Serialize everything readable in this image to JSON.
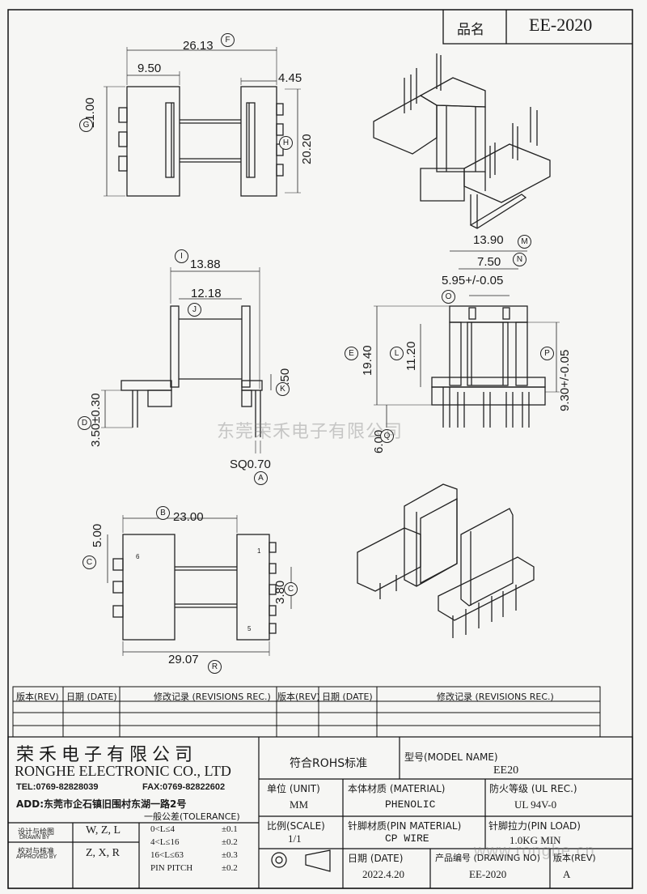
{
  "title_block": {
    "name_label": "品名",
    "part_number": "EE-2020"
  },
  "top_view": {
    "dim_overall_width": "26.13",
    "tag_overall_width": "F",
    "dim_left_flange": "9.50",
    "dim_right_flange": "4.45",
    "dim_height_left": "21.00",
    "tag_height_left": "G",
    "dim_height_right": "20.20",
    "tag_height_right": "H"
  },
  "side_view": {
    "dim_i": "13.88",
    "tag_i": "I",
    "dim_j": "12.18",
    "tag_j": "J",
    "dim_k": "3.50",
    "tag_k": "K",
    "dim_d": "3.50±0.30",
    "tag_d": "D",
    "dim_pin": "SQ0.70",
    "tag_pin": "A"
  },
  "front_view": {
    "dim_m": "13.90",
    "tag_m": "M",
    "dim_n": "7.50",
    "tag_n": "N",
    "dim_o": "5.95+/-0.05",
    "tag_o": "O",
    "dim_e": "19.40",
    "tag_e": "E",
    "dim_l": "11.20",
    "tag_l": "L",
    "dim_p": "9.30+/-0.05",
    "tag_p": "P",
    "dim_q": "6.00",
    "tag_q": "Q"
  },
  "bottom_view": {
    "dim_b": "23.00",
    "tag_b": "B",
    "dim_c_left": "5.00",
    "tag_c_left": "C",
    "dim_c_right": "3.80",
    "tag_c_right": "C",
    "dim_r": "29.07",
    "tag_r": "R",
    "pin_label_1": "6",
    "pin_label_2": "1",
    "pin_label_3": "5"
  },
  "watermark": "东莞荣禾电子有限公司",
  "watermark_url": "www.ronghe.cn",
  "revisions": {
    "rev": "版本(REV)",
    "date": "日期 (DATE)",
    "record": "修改记录 (REVISIONS REC.)"
  },
  "company": {
    "name_cn": "荣禾电子有限公司",
    "name_en": "RONGHE ELECTRONIC CO., LTD",
    "tel": "TEL:0769-82828039",
    "fax": "FAX:0769-82822602",
    "address": "ADD:东莞市企石镇旧围村东湖一路2号"
  },
  "approvals": {
    "drawn_cn": "设计与绘图",
    "drawn_en": "DRAWN BY",
    "drawn_value": "W, Z, L",
    "approved_cn": "校对与核准",
    "approved_en": "APPROVED BY",
    "approved_value": "Z, X, R"
  },
  "tolerance": {
    "header": "一般公差(TOLERANCE)",
    "rows": [
      {
        "range": "0<L≤4",
        "value": "±0.1"
      },
      {
        "range": "4<L≤16",
        "value": "±0.2"
      },
      {
        "range": "16<L≤63",
        "value": "±0.3"
      },
      {
        "range": "PIN PITCH",
        "value": "±0.2"
      }
    ]
  },
  "rohs": "符合ROHS标准",
  "model": {
    "label": "型号(MODEL NAME)",
    "value": "EE20"
  },
  "unit": {
    "label": "单位 (UNIT)",
    "value": "MM"
  },
  "material": {
    "label": "本体材质 (MATERIAL)",
    "value": "PHENOLIC"
  },
  "ul": {
    "label": "防火等级 (UL REC.)",
    "value": "UL 94V-0"
  },
  "scale": {
    "label": "比例(SCALE)",
    "value": "1/1"
  },
  "pin_material": {
    "label": "针脚材质(PIN MATERIAL)",
    "value": "CP WIRE"
  },
  "pin_load": {
    "label": "针脚拉力(PIN LOAD)",
    "value": "1.0KG MIN"
  },
  "date": {
    "label": "日期 (DATE)",
    "value": "2022.4.20"
  },
  "drawing_no": {
    "label": "产品编号 (DRAWING NO)",
    "value": "EE-2020"
  },
  "rev_box": {
    "label": "版本(REV)",
    "value": "A"
  }
}
